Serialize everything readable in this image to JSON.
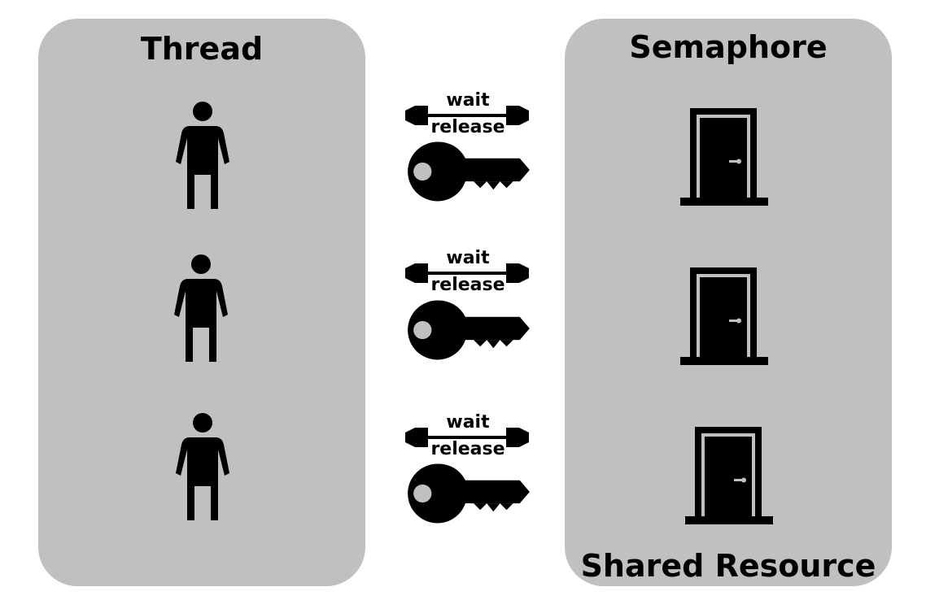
{
  "thread_panel": {
    "title": "Thread"
  },
  "semaphore_panel": {
    "title": "Semaphore",
    "footer": "Shared Resource"
  },
  "exchange": [
    {
      "top_label": "wait",
      "bottom_label": "release"
    },
    {
      "top_label": "wait",
      "bottom_label": "release"
    },
    {
      "top_label": "wait",
      "bottom_label": "release"
    }
  ],
  "colors": {
    "panel": "#c0c0c0",
    "ink": "#000000",
    "background": "#ffffff"
  }
}
